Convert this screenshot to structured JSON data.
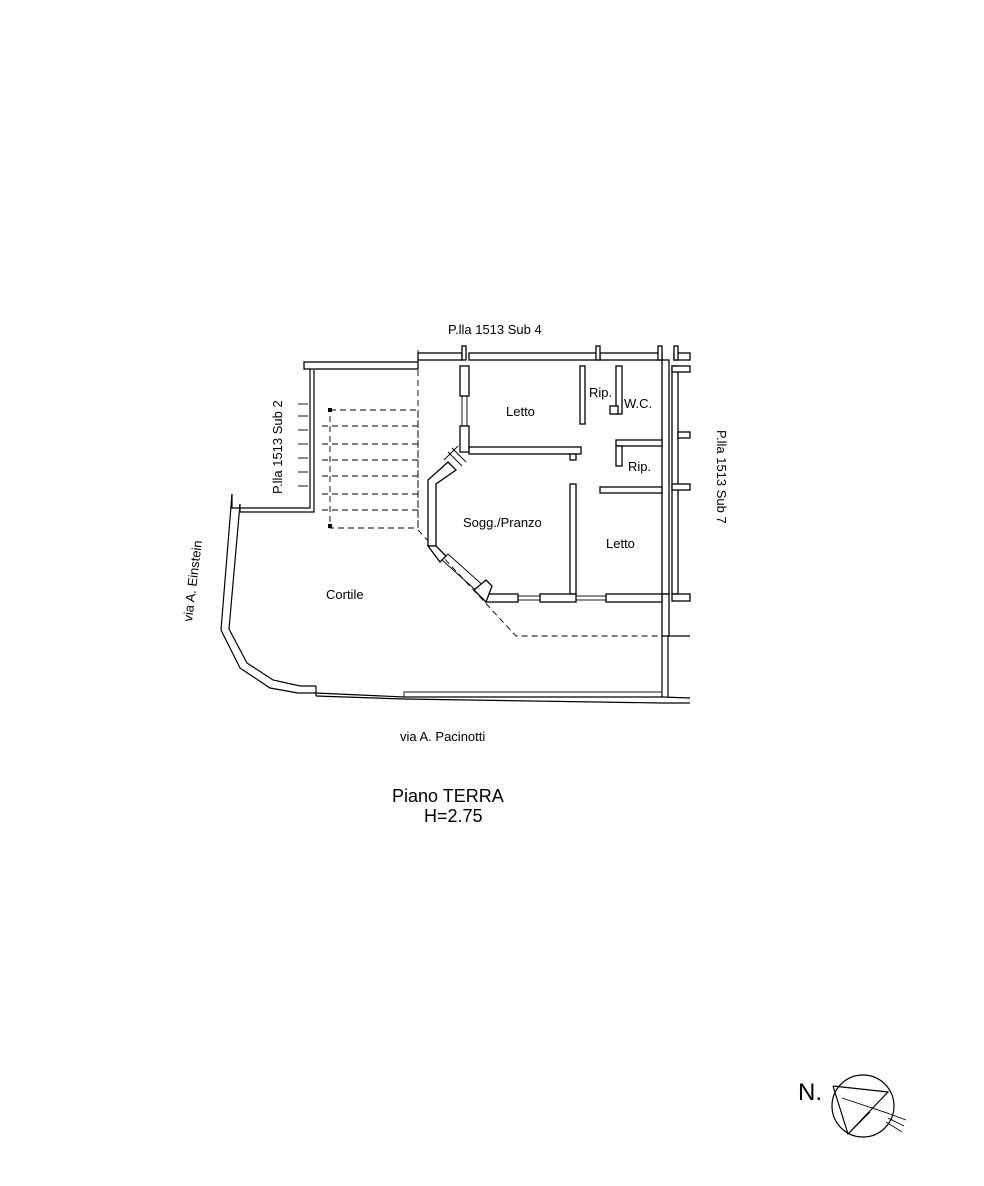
{
  "labels": {
    "neighbor_top": "P.lla 1513 Sub 4",
    "neighbor_left": "P.lla 1513 Sub 2",
    "neighbor_right": "P.lla 1513 Sub 7",
    "street_left": "via A. Einstein",
    "street_bottom": "via A. Pacinotti",
    "courtyard": "Cortile"
  },
  "rooms": {
    "bedroom_1": "Letto",
    "storage_1": "Rip.",
    "wc": "W.C.",
    "storage_2": "Rip.",
    "living_dining": "Sogg./Pranzo",
    "bedroom_2": "Letto"
  },
  "title": {
    "floor": "Piano TERRA",
    "height": "H=2.75"
  },
  "north_arrow": {
    "label": "N."
  }
}
